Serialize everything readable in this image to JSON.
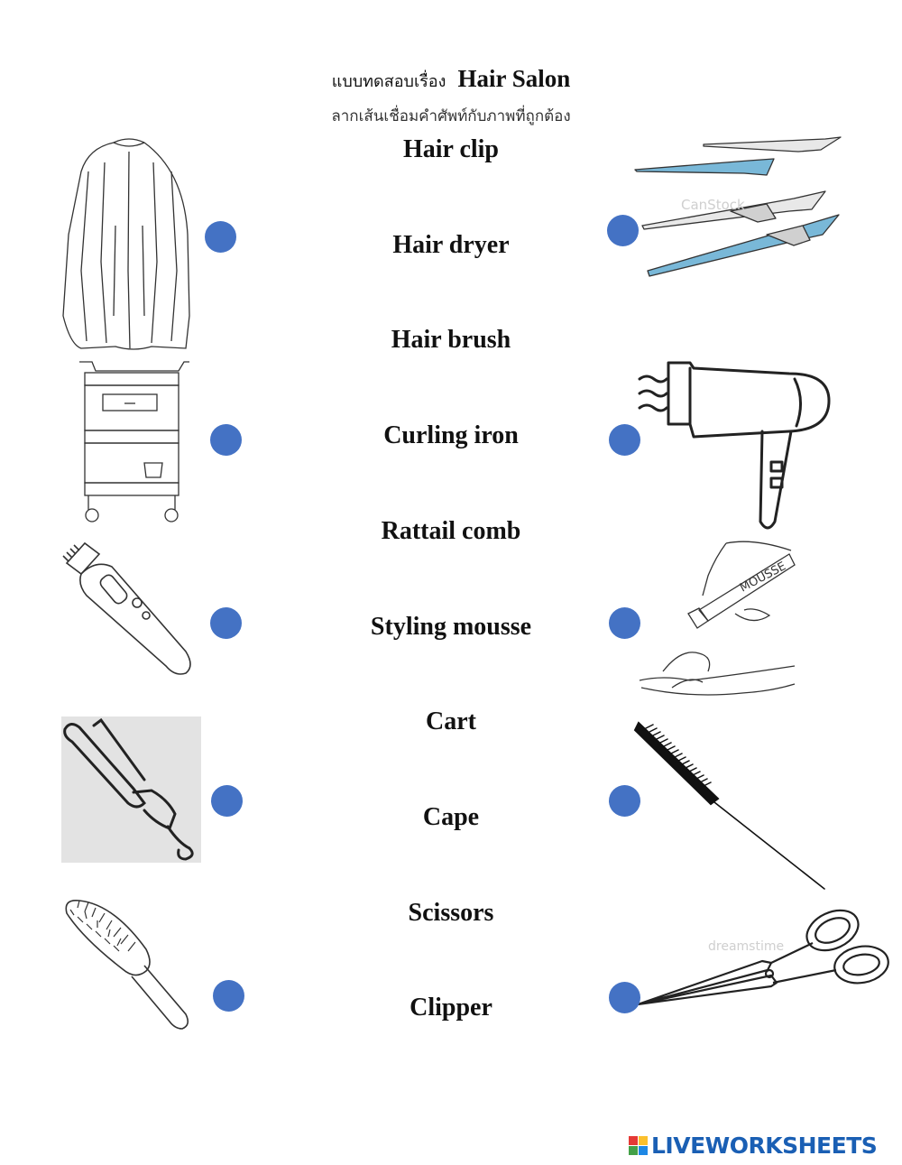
{
  "header": {
    "title_thai": "แบบทดสอบเรื่อง",
    "title_english": "Hair Salon",
    "subtitle": "ลากเส้นเชื่อมคำศัพท์กับภาพที่ถูกต้อง"
  },
  "words": [
    "Hair clip",
    "Hair dryer",
    "Hair brush",
    "Curling iron",
    "Rattail comb",
    "Styling mousse",
    "Cart",
    "Cape",
    "Scissors",
    "Clipper"
  ],
  "images": {
    "left": [
      "cape",
      "cart",
      "clipper",
      "curling iron",
      "hair brush"
    ],
    "right": [
      "hair clip",
      "hair dryer",
      "styling mousse",
      "rattail comb",
      "scissors"
    ]
  },
  "image_text": {
    "mousse_label": "MOUSSE",
    "watermark_1": "CanStock",
    "watermark_2": "dreamstime"
  },
  "colors": {
    "dot": "#4472c4",
    "clip": "#79b8d8",
    "logo_blue": "#1a5fb4"
  },
  "footer": {
    "brand": "LIVEWORKSHEETS"
  }
}
